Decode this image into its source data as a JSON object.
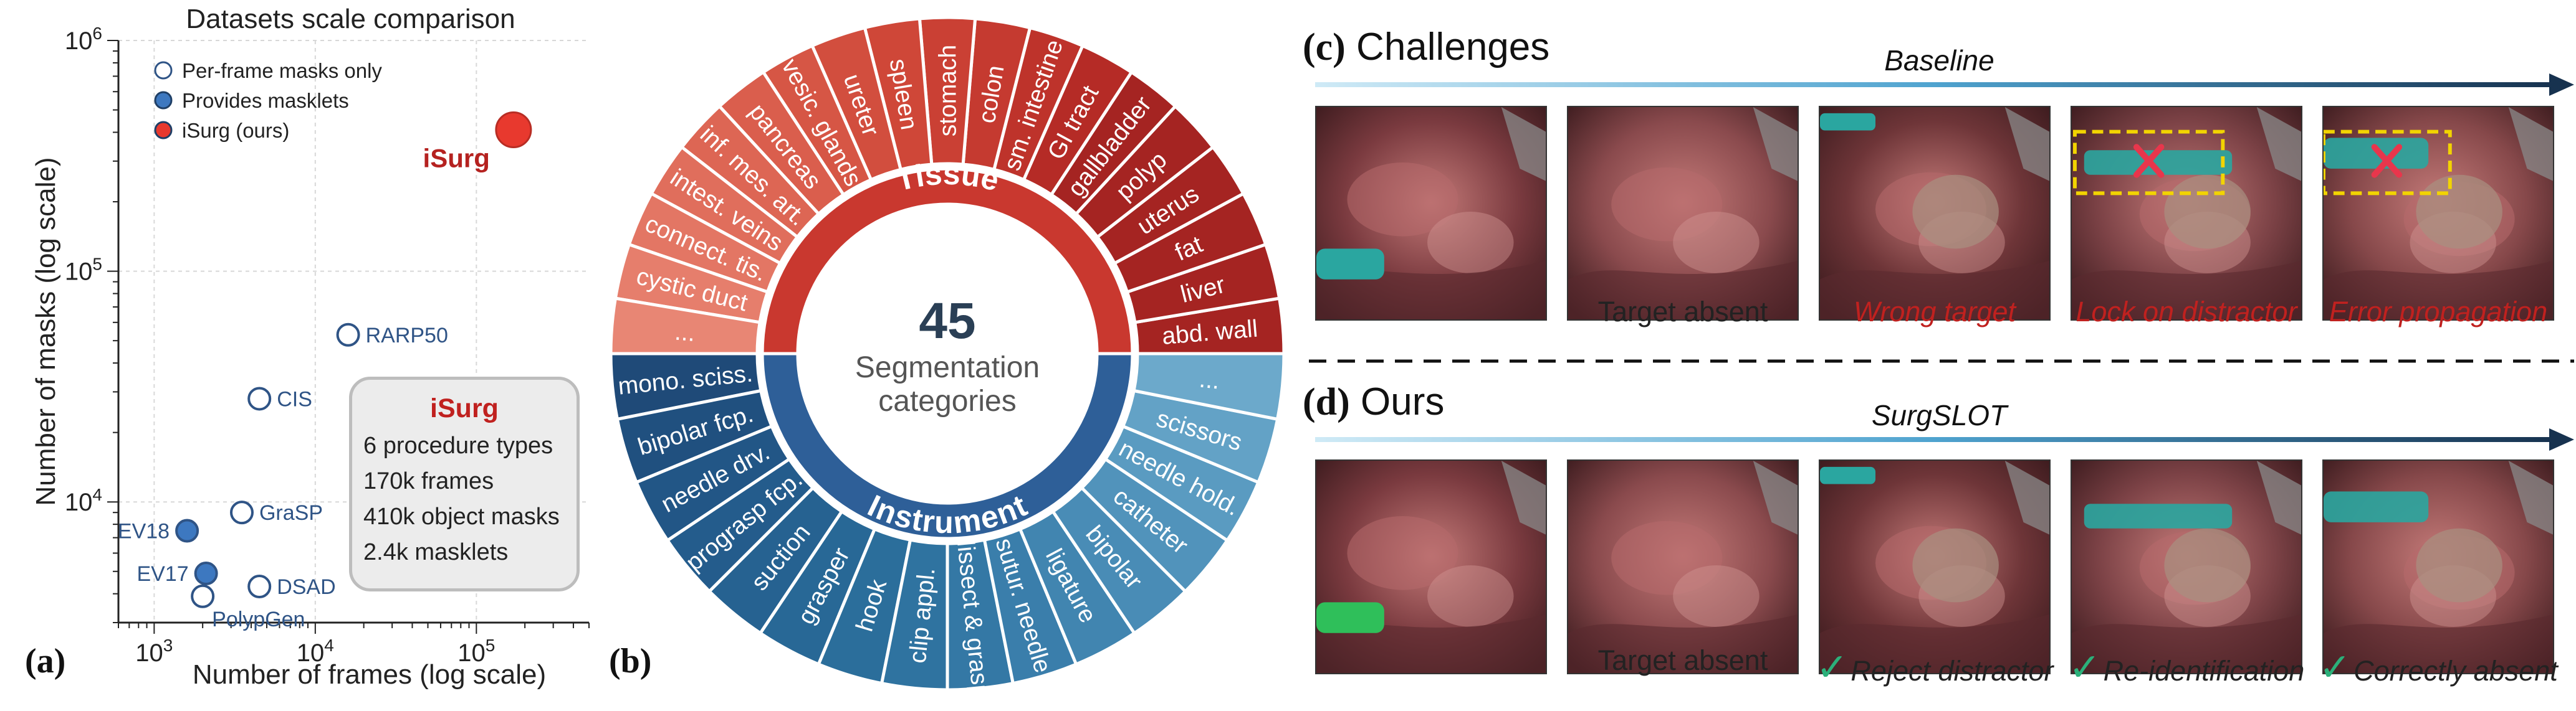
{
  "panel_a": {
    "tag": "(a)",
    "chart_data": {
      "type": "scatter",
      "title": "Datasets scale comparison",
      "xlabel": "Number of frames (log scale)",
      "ylabel": "Number of masks (log scale)",
      "x_scale": "log",
      "y_scale": "log",
      "xlim": [
        600,
        500000
      ],
      "ylim": [
        3000,
        1000000
      ],
      "x_ticks": [
        {
          "value": 1000,
          "base": "10",
          "exp": "3"
        },
        {
          "value": 10000,
          "base": "10",
          "exp": "4"
        },
        {
          "value": 100000,
          "base": "10",
          "exp": "5"
        }
      ],
      "y_ticks": [
        {
          "value": 10000,
          "base": "10",
          "exp": "4"
        },
        {
          "value": 100000,
          "base": "10",
          "exp": "5"
        },
        {
          "value": 1000000,
          "base": "10",
          "exp": "6"
        }
      ],
      "grid": true,
      "legend_position": "top-left",
      "legend": [
        {
          "label": "Per-frame masks only",
          "style": "hollow",
          "color": "#2f5486"
        },
        {
          "label": "Provides masklets",
          "style": "filled",
          "color": "#3d78c0"
        },
        {
          "label": "iSurg (ours)",
          "style": "filled",
          "color": "#e8392e"
        }
      ],
      "series": [
        {
          "name": "Per-frame masks only",
          "style": "hollow",
          "color": "#2f5486",
          "points": [
            {
              "label": "RARP50",
              "x": 16000,
              "y": 53000,
              "label_side": "right"
            },
            {
              "label": "CIS",
              "x": 4500,
              "y": 28000,
              "label_side": "right"
            },
            {
              "label": "GraSP",
              "x": 3500,
              "y": 9000,
              "label_side": "right"
            },
            {
              "label": "DSAD",
              "x": 4500,
              "y": 4300,
              "label_side": "right"
            },
            {
              "label": "PolypGen",
              "x": 2000,
              "y": 3900,
              "label_side": "below-right"
            }
          ]
        },
        {
          "name": "Provides masklets",
          "style": "filled",
          "color": "#3d78c0",
          "points": [
            {
              "label": "EV18",
              "x": 1600,
              "y": 7500,
              "label_side": "left"
            },
            {
              "label": "EV17",
              "x": 2100,
              "y": 4900,
              "label_side": "left"
            }
          ]
        },
        {
          "name": "iSurg (ours)",
          "style": "filled",
          "color": "#e8392e",
          "points": [
            {
              "label": "iSurg",
              "x": 170000,
              "y": 410000,
              "label_side": "left"
            }
          ]
        }
      ]
    },
    "inset": {
      "title": "iSurg",
      "lines": [
        "6 procedure types",
        "170k frames",
        "410k object masks",
        "2.4k masklets"
      ]
    }
  },
  "panel_b": {
    "tag": "(b)",
    "center_number": "45",
    "center_line1": "Segmentation",
    "center_line2": "categories",
    "tissue_label": "Tissue",
    "instrument_label": "Instrument",
    "colors": {
      "tissue_ring": "#c9382f",
      "instrument_ring": "#2e5f98"
    },
    "tissue": [
      {
        "label": "abd. wall",
        "color": "#a52422"
      },
      {
        "label": "liver",
        "color": "#a52422"
      },
      {
        "label": "fat",
        "color": "#a52422"
      },
      {
        "label": "uterus",
        "color": "#a52422"
      },
      {
        "label": "polyp",
        "color": "#a52422"
      },
      {
        "label": "gallbladder",
        "color": "#a52422"
      },
      {
        "label": "GI tract",
        "color": "#b52b26"
      },
      {
        "label": "sm. intestine",
        "color": "#be332b"
      },
      {
        "label": "colon",
        "color": "#c53a30"
      },
      {
        "label": "stomach",
        "color": "#ca4034"
      },
      {
        "label": "spleen",
        "color": "#cf4738"
      },
      {
        "label": "ureter",
        "color": "#d24e3e"
      },
      {
        "label": "vesic. glands",
        "color": "#d65645"
      },
      {
        "label": "pancreas",
        "color": "#da5e4d"
      },
      {
        "label": "inf. mes. art.",
        "color": "#dd6654"
      },
      {
        "label": "intest. veins",
        "color": "#e06e5c"
      },
      {
        "label": "connect. tis.",
        "color": "#e37664"
      },
      {
        "label": "cystic duct",
        "color": "#e67e6c"
      },
      {
        "label": "...",
        "color": "#e88674"
      }
    ],
    "instrument": [
      {
        "label": "mono. sciss.",
        "color": "#1f4a78"
      },
      {
        "label": "bipolar fcp.",
        "color": "#20507f"
      },
      {
        "label": "needle drv.",
        "color": "#225686"
      },
      {
        "label": "prograsp fcp.",
        "color": "#245c8c"
      },
      {
        "label": "suction",
        "color": "#266291"
      },
      {
        "label": "grasper",
        "color": "#286896"
      },
      {
        "label": "hook",
        "color": "#2b6e9b"
      },
      {
        "label": "clip appl.",
        "color": "#2f73a0"
      },
      {
        "label": "dissect & grasp",
        "color": "#3478a5"
      },
      {
        "label": "sutur. needle",
        "color": "#3a7eab"
      },
      {
        "label": "ligature",
        "color": "#4185b0"
      },
      {
        "label": "bipolar",
        "color": "#498cb6"
      },
      {
        "label": "catheter",
        "color": "#5193bb"
      },
      {
        "label": "needle hold.",
        "color": "#5a9bc1"
      },
      {
        "label": "scissors",
        "color": "#63a2c6"
      },
      {
        "label": "...",
        "color": "#6ca9cb"
      }
    ]
  },
  "panel_c": {
    "title_tag": "(c)",
    "title_text": "Challenges",
    "method": "Baseline",
    "captions": [
      "",
      "Target absent",
      "Wrong target",
      "Lock on distractor",
      "Error propagation"
    ],
    "caption_red": [
      false,
      false,
      true,
      true,
      true
    ]
  },
  "panel_d": {
    "title_tag": "(d)",
    "title_text": "Ours",
    "method": "SurgSLOT",
    "captions": [
      "",
      "Target absent",
      "Reject distractor",
      "Re-identification",
      "Correctly absent"
    ],
    "caption_check": [
      false,
      false,
      true,
      true,
      true
    ],
    "check_glyph": "✓"
  }
}
